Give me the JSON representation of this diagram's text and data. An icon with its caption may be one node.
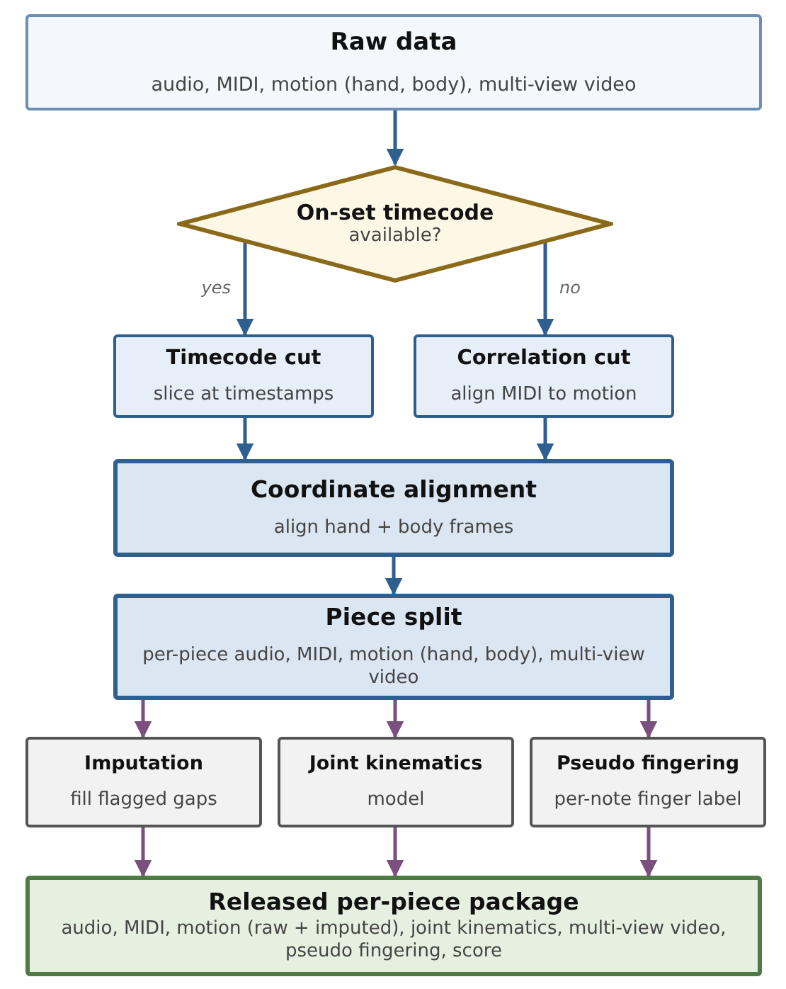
{
  "diagram": {
    "nodes": [
      {
        "text": [
          "Raw data",
          "audio, MIDI, motion (hand, body), multi-view video"
        ]
      },
      {
        "text": [
          "On-set timecode",
          "available?"
        ]
      },
      {
        "text": [
          "Timecode cut",
          "slice at timestamps"
        ]
      },
      {
        "text": [
          "Correlation cut",
          "align MIDI to motion"
        ]
      },
      {
        "text": [
          "Coordinate alignment",
          "align hand + body frames"
        ]
      },
      {
        "text": [
          "Piece split",
          "per-piece audio, MIDI, motion (hand, body), multi-view video"
        ]
      },
      {
        "text": [
          "Imputation",
          "fill flagged gaps"
        ]
      },
      {
        "text": [
          "Joint kinematics",
          "model"
        ]
      },
      {
        "text": [
          "Pseudo fingering",
          "per-note finger label"
        ]
      },
      {
        "text": [
          "Released per-piece package",
          "audio, MIDI, motion (raw + imputed), joint kinematics, multi-view video, pseudo fingering, score"
        ]
      }
    ],
    "edges": [
      {
        "from": 0,
        "to": 1,
        "arrow": "to"
      },
      {
        "from": 1,
        "to": 2,
        "arrow": "to",
        "label": "yes"
      },
      {
        "from": 1,
        "to": 3,
        "arrow": "to",
        "label": "no"
      },
      {
        "from": 2,
        "to": 4,
        "arrow": "to"
      },
      {
        "from": 3,
        "to": 4,
        "arrow": "to"
      },
      {
        "from": 4,
        "to": 5,
        "arrow": "to"
      },
      {
        "from": 5,
        "to": 6,
        "arrow": "to",
        "color": "#7b4f7e"
      },
      {
        "from": 5,
        "to": 7,
        "arrow": "to",
        "color": "#7b4f7e"
      },
      {
        "from": 5,
        "to": 8,
        "arrow": "to",
        "color": "#7b4f7e"
      },
      {
        "from": 6,
        "to": 9,
        "arrow": "to",
        "color": "#7b4f7e"
      },
      {
        "from": 7,
        "to": 9,
        "arrow": "to",
        "color": "#7b4f7e"
      },
      {
        "from": 8,
        "to": 9,
        "arrow": "to",
        "color": "#7b4f7e"
      }
    ]
  }
}
